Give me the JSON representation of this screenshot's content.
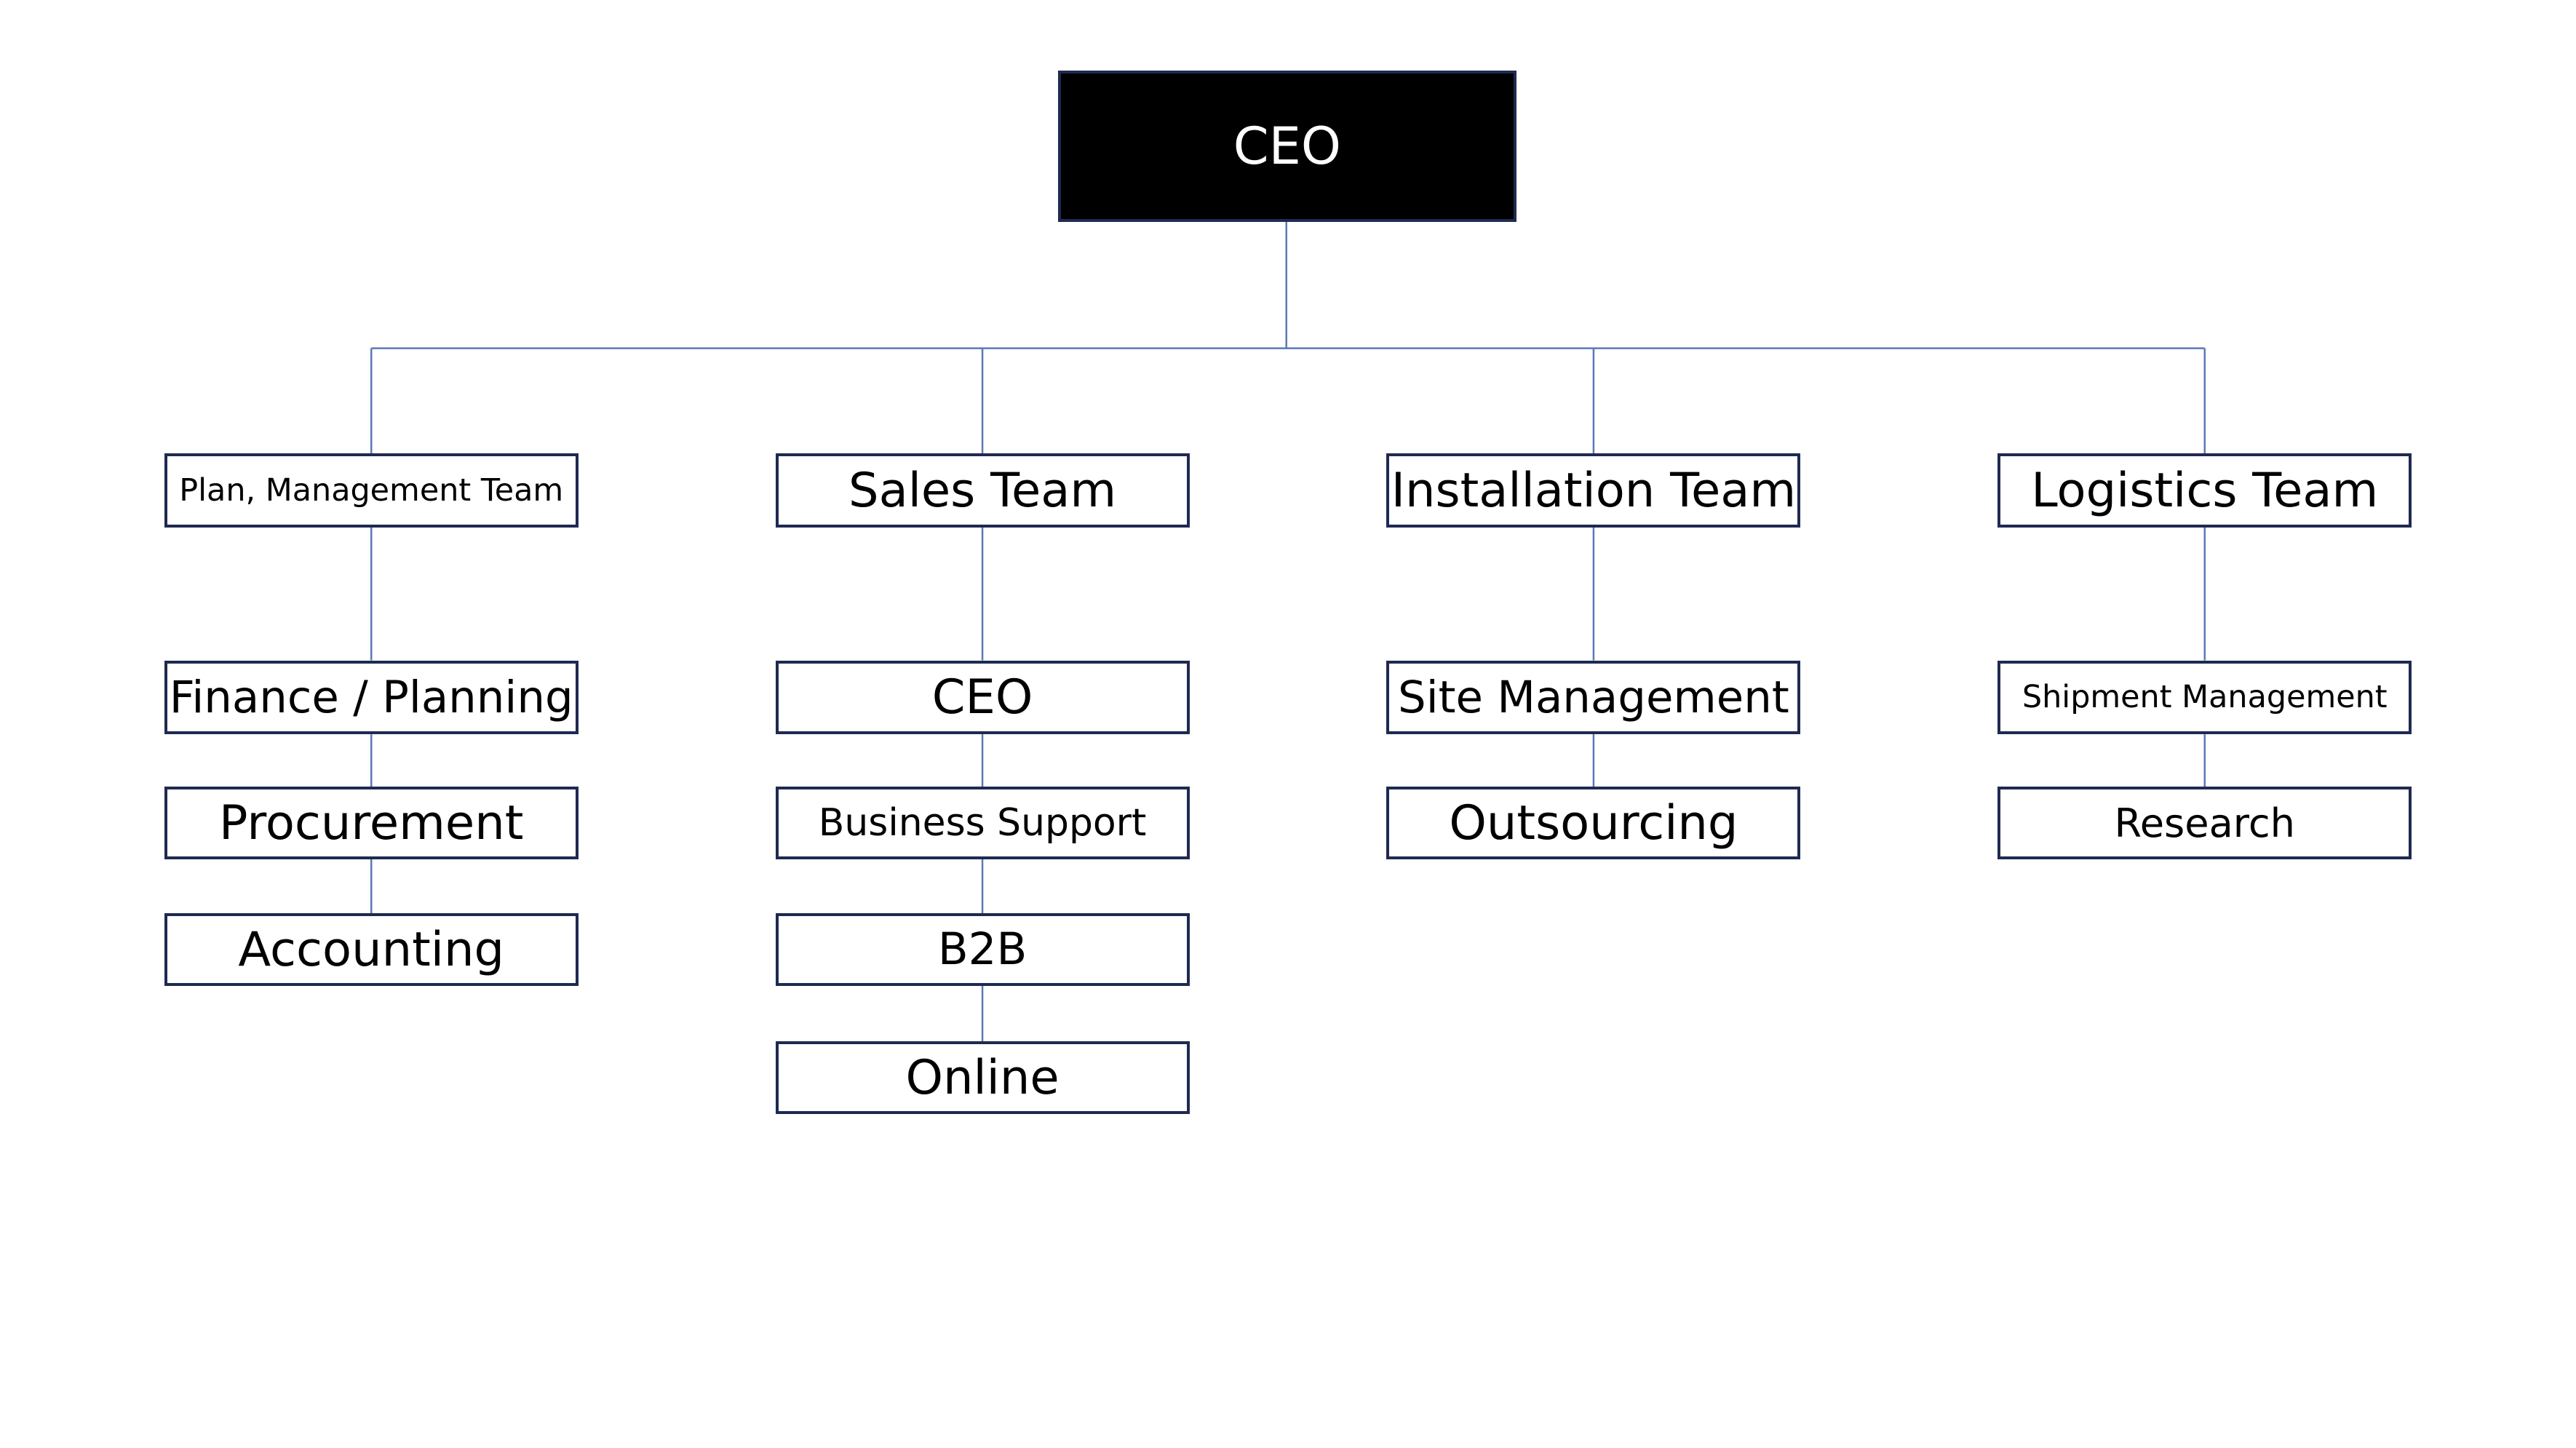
{
  "colors": {
    "connector": "#5b78b8",
    "box_border": "#1f2a52",
    "root_fill": "#000000",
    "root_text": "#ffffff"
  },
  "root": {
    "label": "CEO"
  },
  "teams": [
    {
      "label": "Plan, Management Team",
      "units": [
        "Finance / Planning",
        "Procurement",
        "Accounting"
      ]
    },
    {
      "label": "Sales Team",
      "units": [
        "CEO",
        "Business Support",
        "B2B",
        "Online"
      ]
    },
    {
      "label": "Installation Team",
      "units": [
        "Site Management",
        "Outsourcing"
      ]
    },
    {
      "label": "Logistics Team",
      "units": [
        "Shipment Management",
        "Research"
      ]
    }
  ]
}
